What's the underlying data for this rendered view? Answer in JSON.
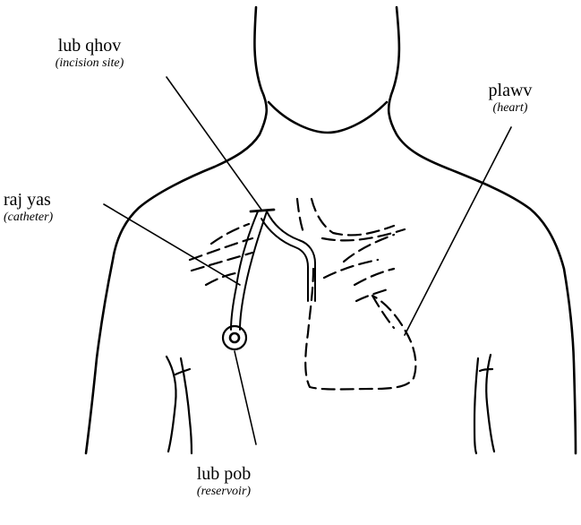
{
  "labels": {
    "incision": {
      "main": "lub qhov",
      "sub": "(incision site)"
    },
    "heart": {
      "main": "plawv",
      "sub": "(heart)"
    },
    "catheter": {
      "main": "raj yas",
      "sub": "(catheter)"
    },
    "reservoir": {
      "main": "lub pob",
      "sub": "(reservoir)"
    }
  },
  "colors": {
    "ink": "#000000",
    "background": "#ffffff"
  }
}
